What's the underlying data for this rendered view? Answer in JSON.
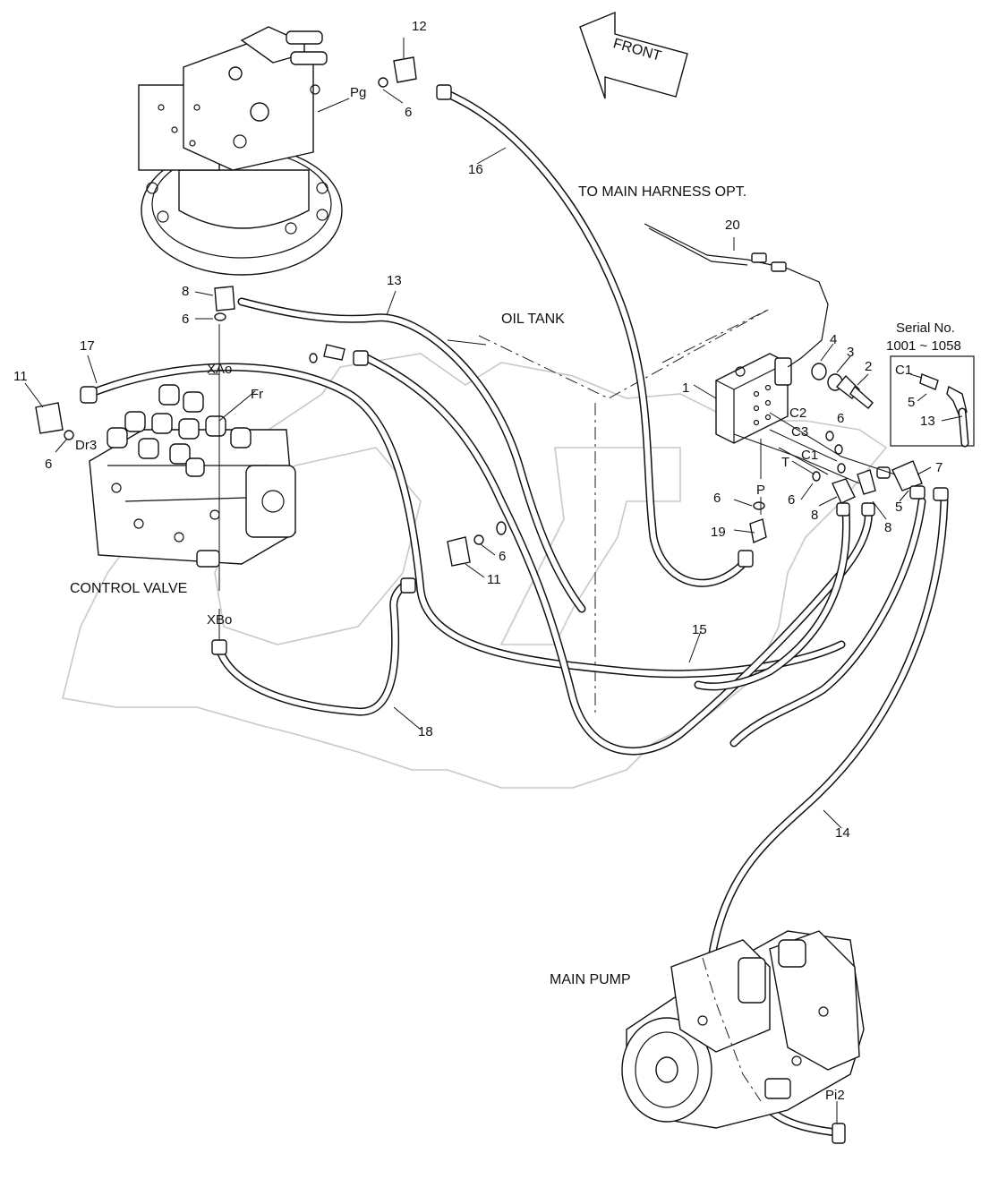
{
  "diagram": {
    "front_label": "FRONT",
    "component_labels": {
      "oil_tank": "OIL TANK",
      "to_main_harness": "TO MAIN HARNESS OPT.",
      "control_valve": "CONTROL VALVE",
      "main_pump": "MAIN PUMP",
      "serial_title": "Serial No.",
      "serial_range": "1001 ~ 1058"
    },
    "port_labels": {
      "pg": "Pg",
      "xao": "XAo",
      "fr": "Fr",
      "dr3": "Dr3",
      "xbo": "XBo",
      "c1": "C1",
      "c2": "C2",
      "c3": "C3",
      "t": "T",
      "p": "P",
      "pi2": "Pi2",
      "c1_inset": "C1"
    },
    "part_numbers": {
      "n12": "12",
      "n6_top": "6",
      "n16": "16",
      "n20": "20",
      "n8_left": "8",
      "n6_left": "6",
      "n13": "13",
      "n17": "17",
      "n11_left": "11",
      "n6_dr3": "6",
      "n4": "4",
      "n3": "3",
      "n2": "2",
      "n1": "1",
      "n6_block": "6",
      "n6_t": "6",
      "n8_mid": "8",
      "n6_p": "6",
      "n19": "19",
      "n7": "7",
      "n5": "5",
      "n8_right": "8",
      "n5_inset": "5",
      "n13_inset": "13",
      "n6_mid": "6",
      "n11_mid": "11",
      "n15": "15",
      "n18": "18",
      "n14": "14"
    }
  }
}
